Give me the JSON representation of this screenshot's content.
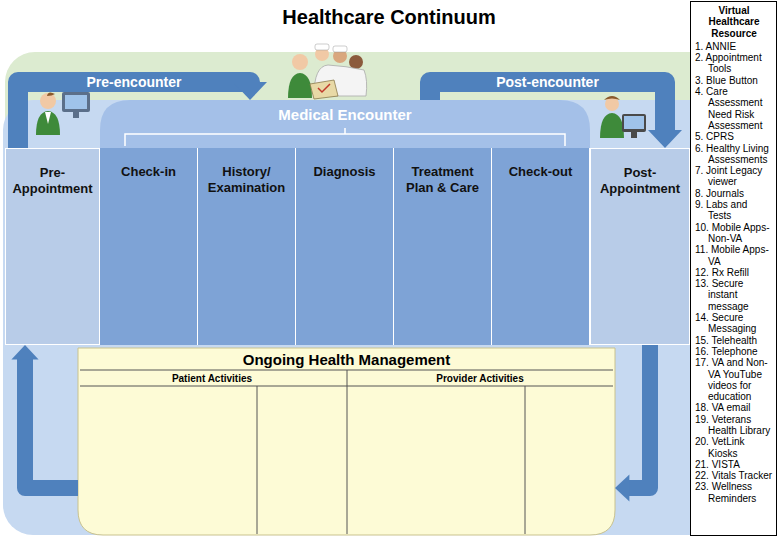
{
  "diagram": {
    "title": "Healthcare Continuum",
    "nodes": [
      {
        "text": [
          "Medical Encounter"
        ]
      },
      {
        "text": [
          "Pre-Appointment"
        ]
      },
      {
        "text": [
          "Check-in"
        ],
        "in": 0
      },
      {
        "text": [
          "History/ Examination"
        ],
        "in": 0
      },
      {
        "text": [
          "Diagnosis"
        ],
        "in": 0
      },
      {
        "text": [
          "Treatment Plan & Care"
        ],
        "in": 0
      },
      {
        "text": [
          "Check-out"
        ],
        "in": 0
      },
      {
        "text": [
          "Post-Appointment"
        ]
      },
      {
        "text": [
          "Ongoing Health Management"
        ]
      },
      {
        "text": [
          "Virtual Healthcare Resource",
          "1. ANNIE",
          "2. Appointment Tools",
          "3. Blue Button",
          "4. Care Assessment Need Risk Assessment",
          "5. CPRS",
          "6. Healthy Living Assessments",
          "7. Joint Legacy viewer",
          "8. Journals",
          "9. Labs and Tests",
          "10. Mobile Apps-Non-VA",
          "11. Mobile Apps-VA",
          "12. Rx Refill",
          "13. Secure instant message",
          "14. Secure Messaging",
          "15. Telehealth",
          "16. Telephone",
          "17. VA and Non-VA YouTube videos for education",
          "18. VA email",
          "19. Veterans Health Library",
          "20. VetLink Kiosks",
          "21. VISTA",
          "22. Vitals Tracker",
          "23. Wellness Reminders"
        ]
      }
    ],
    "edges": [
      {
        "from": 1,
        "to": 0,
        "label": "Pre-encounter",
        "arrow": "to"
      },
      {
        "from": 0,
        "to": 7,
        "label": "Post-encounter",
        "arrow": "to"
      },
      {
        "from": 8,
        "to": 1,
        "arrow": "to"
      },
      {
        "from": 7,
        "to": 8,
        "arrow": "to"
      }
    ],
    "labels": [
      "Patient Activities",
      "Provider Activities"
    ]
  }
}
